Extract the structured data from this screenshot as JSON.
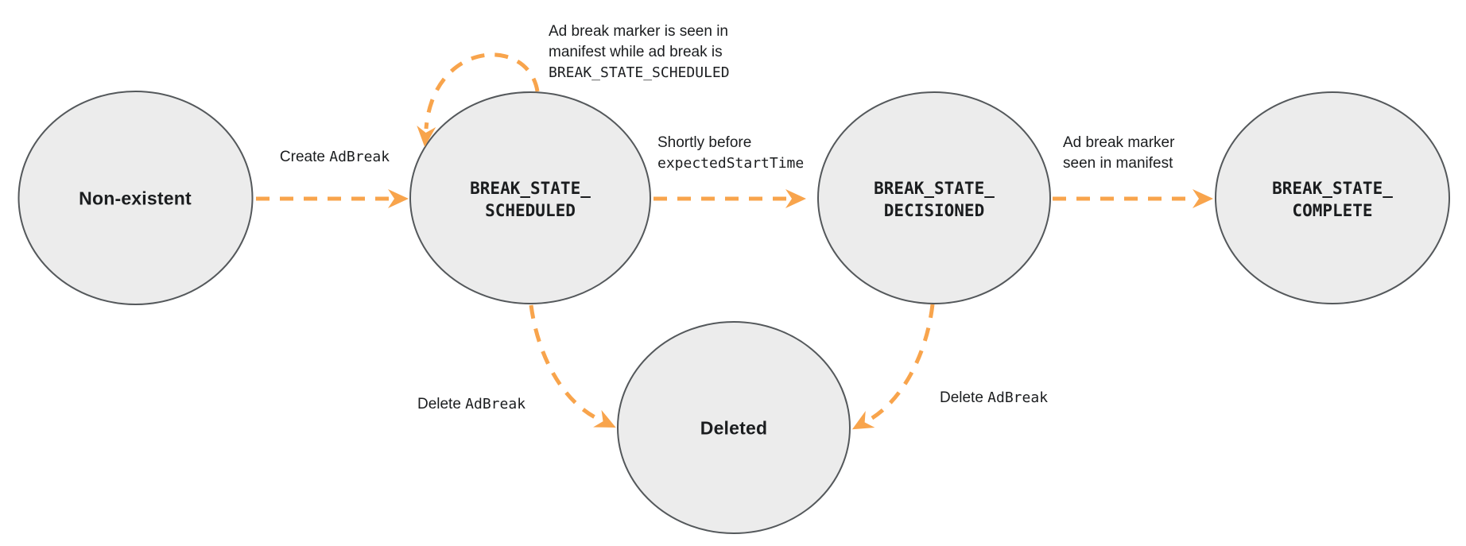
{
  "diagram": {
    "type": "state-diagram",
    "background": "#ffffff",
    "colors": {
      "arrow": "#F8A44C",
      "node_fill": "#ececec",
      "node_border": "#54585b",
      "label_text": "#1b1d1f"
    },
    "nodes": {
      "non_existent": {
        "label": "Non-existent"
      },
      "scheduled": {
        "line1": "BREAK_STATE_",
        "line2": "SCHEDULED"
      },
      "decisioned": {
        "line1": "BREAK_STATE_",
        "line2": "DECISIONED"
      },
      "complete": {
        "line1": "BREAK_STATE_",
        "line2": "COMPLETE"
      },
      "deleted": {
        "label": "Deleted"
      }
    },
    "edges": {
      "create": {
        "plain": "Create ",
        "code": "AdBreak"
      },
      "self_loop": {
        "line1": "Ad break marker is seen in",
        "line2": "manifest while ad break is",
        "code_line": "BREAK_STATE_SCHEDULED"
      },
      "to_decisioned": {
        "plain": "Shortly before",
        "code": "expectedStartTime"
      },
      "to_complete": {
        "line1": "Ad break marker",
        "line2": "seen in manifest"
      },
      "delete_from_scheduled": {
        "plain": "Delete ",
        "code": "AdBreak"
      },
      "delete_from_decisioned": {
        "plain": "Delete ",
        "code": "AdBreak"
      }
    }
  }
}
